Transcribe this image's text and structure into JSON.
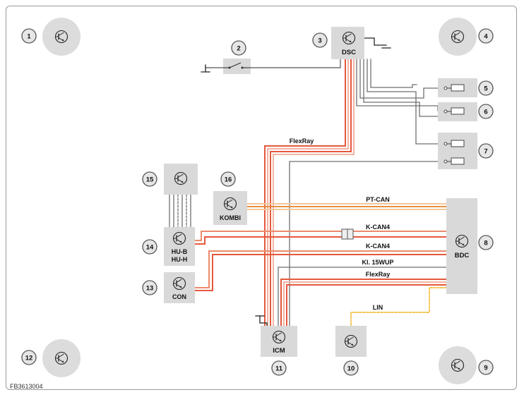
{
  "figure_id": "FB3613004",
  "callouts": [
    "1",
    "2",
    "3",
    "4",
    "5",
    "6",
    "7",
    "8",
    "9",
    "10",
    "11",
    "12",
    "13",
    "14",
    "15",
    "16"
  ],
  "modules": {
    "dsc": "DSC",
    "kombi": "KOMBI",
    "hu_b": "HU-B",
    "hu_h": "HU-H",
    "con": "CON",
    "icm": "ICM",
    "bdc": "BDC"
  },
  "bus_labels": {
    "flexray_top": "FlexRay",
    "pt_can": "PT-CAN",
    "k_can4_a": "K-CAN4",
    "k_can4_b": "K-CAN4",
    "kl_15wup": "Kl. 15WUP",
    "flexray_bottom": "FlexRay",
    "lin": "LIN"
  },
  "colors": {
    "module_fill": "#d9d9d9",
    "wire_gray": "#7d7d7d",
    "flexray_red": "#e5583d",
    "kcan_orange": "#ec8a6c",
    "ptcan_tan": "#f2c89a",
    "lin_yellow": "#f0b21c",
    "callout_fill": "#e6e6e6"
  }
}
